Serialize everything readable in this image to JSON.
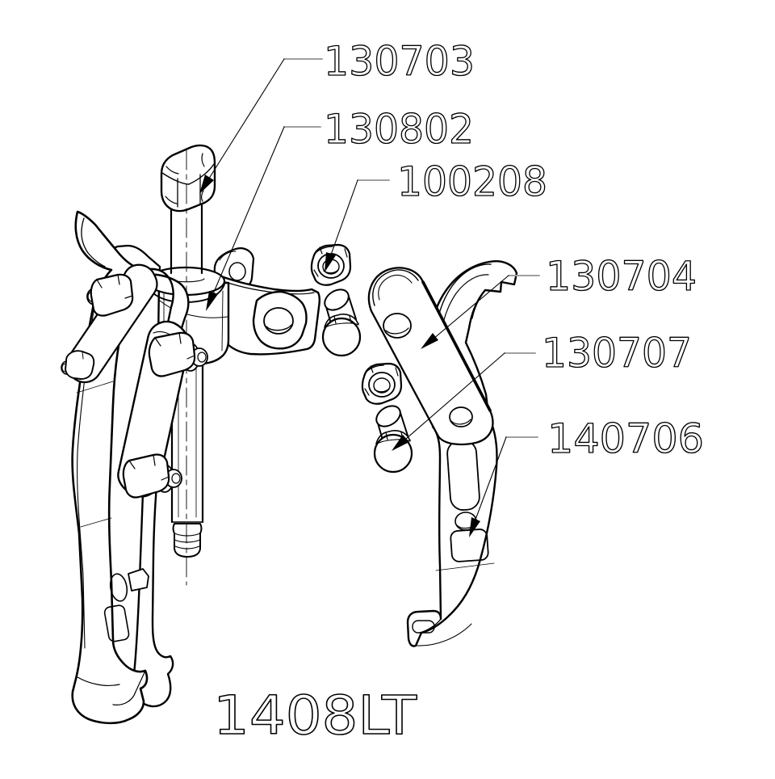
{
  "diagram": {
    "model_label": "1408LT",
    "part_labels": [
      "130703",
      "130802",
      "100208",
      "130704",
      "130707",
      "140706"
    ],
    "colors": {
      "line": "#000000",
      "leader_stub": "#a0a0a0",
      "background": "#ffffff"
    }
  }
}
